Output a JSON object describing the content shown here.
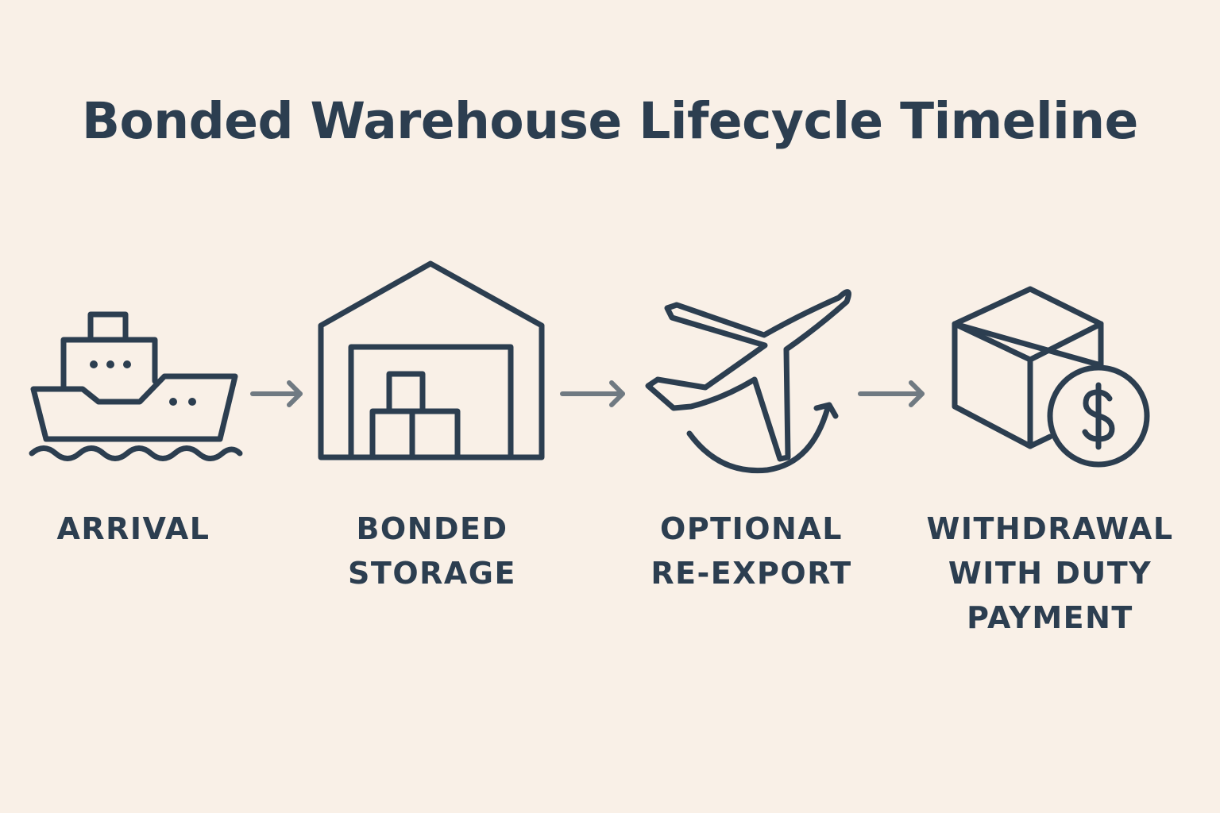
{
  "title": "Bonded Warehouse Lifecycle Timeline",
  "colors": {
    "background": "#f9f0e7",
    "icon_stroke": "#2c3e50",
    "text": "#2c3e50",
    "arrow": "#707a82"
  },
  "steps": [
    {
      "icon": "ship-icon",
      "label_lines": [
        "ARRIVAL"
      ]
    },
    {
      "icon": "warehouse-icon",
      "label_lines": [
        "BONDED",
        "STORAGE"
      ]
    },
    {
      "icon": "airplane-icon",
      "label_lines": [
        "OPTIONAL",
        "RE-EXPORT"
      ]
    },
    {
      "icon": "box-with-dollar-icon",
      "label_lines": [
        "WITHDRAWAL",
        "WITH DUTY",
        "PAYMENT"
      ]
    }
  ]
}
